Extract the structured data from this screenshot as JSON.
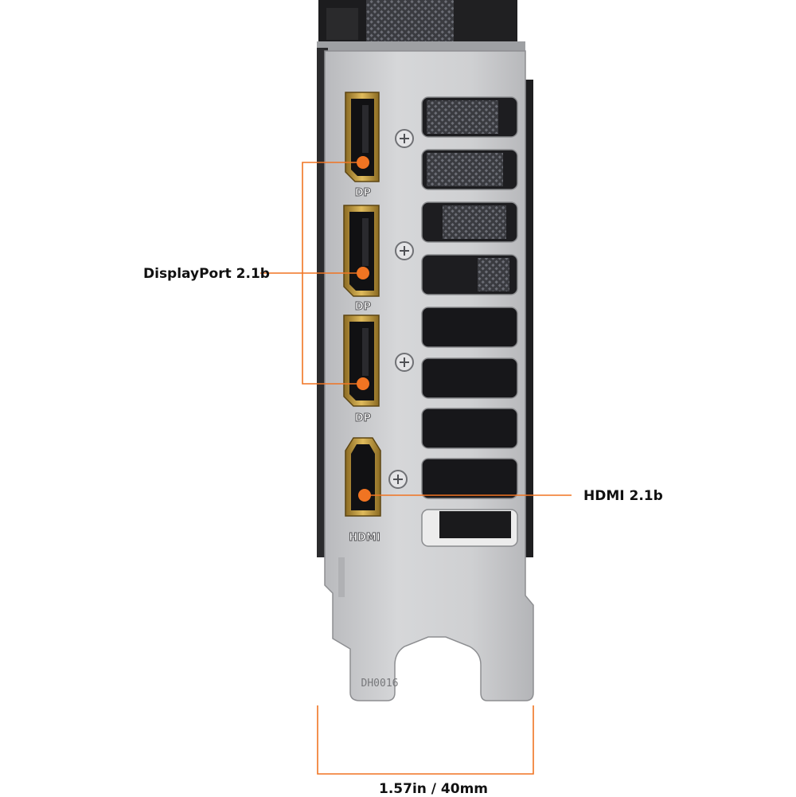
{
  "callouts": {
    "displayport": "DisplayPort 2.1b",
    "hdmi": "HDMI 2.1b",
    "width": "1.57in / 40mm"
  },
  "bracket": {
    "port_labels": [
      "DP",
      "DP",
      "DP",
      "HDMI"
    ],
    "stamp": "DH0016"
  },
  "colors": {
    "accent": "#F07422",
    "metal": "#C9CACC",
    "gold": "#C8A040",
    "label_text": "#111111"
  }
}
